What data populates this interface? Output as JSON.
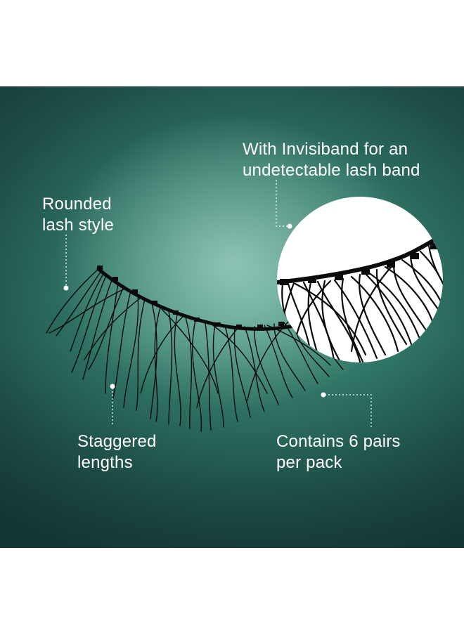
{
  "callouts": {
    "invisiband": {
      "line1": "With Invisiband for an",
      "line2": "undetectable lash band"
    },
    "rounded": {
      "line1": "Rounded",
      "line2": "lash style"
    },
    "staggered": {
      "line1": "Staggered",
      "line2": "lengths"
    },
    "pairs": {
      "line1": "Contains 6 pairs",
      "line2": "per pack"
    }
  },
  "colors": {
    "background_dark": "#183f3c",
    "background_mid": "#2f7565",
    "background_glow": "#c8ebe1",
    "lash": "#0b0b0b",
    "text": "#ffffff"
  }
}
